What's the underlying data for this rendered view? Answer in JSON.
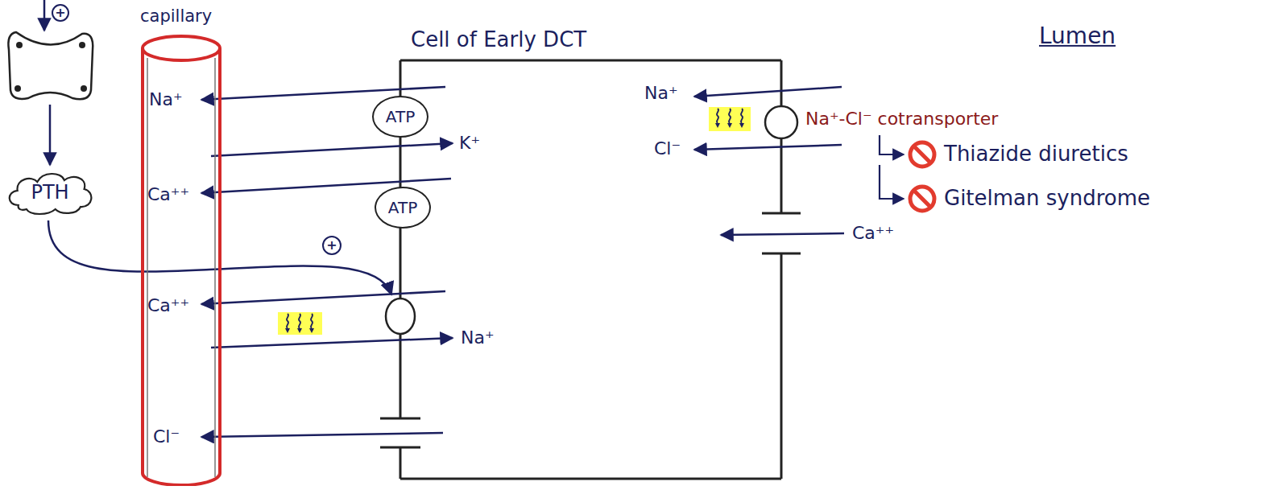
{
  "diagram": {
    "nodes": [
      {
        "text": [
          "capillary"
        ]
      },
      {
        "text": [
          "Cell of Early DCT"
        ]
      },
      {
        "text": [
          "ATP"
        ],
        "in": 1
      },
      {
        "text": [
          "ATP"
        ],
        "in": 1
      },
      {
        "text": [
          "PTH"
        ]
      }
    ],
    "labels": [
      "+",
      "+",
      "Na⁺",
      "K⁺",
      "Ca⁺⁺",
      "Ca⁺⁺",
      "Na⁺",
      "Cl⁻",
      "Lumen",
      "Na⁺",
      "Cl⁻",
      "Na⁺-Cl⁻ cotransporter",
      "Ca⁺⁺",
      "Thiazide diuretics",
      "Gitelman syndrome"
    ]
  }
}
